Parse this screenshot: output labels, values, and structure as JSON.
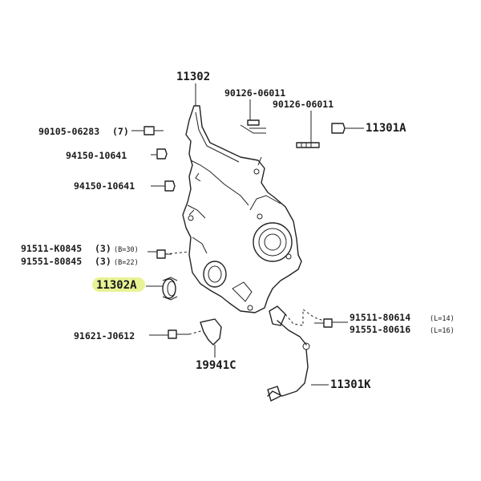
{
  "labels": {
    "cover_main": "11302",
    "stud_a": "90126-06011",
    "stud_b": "90126-06011",
    "bolt_7": "90105-06283",
    "bolt_7_qty": "(7)",
    "dowel": "11301A",
    "pin_1": "94150-10641",
    "pin_2": "94150-10641",
    "bolt_k0845": "91511-K0845",
    "bolt_k0845_qty": "(3)",
    "bolt_k0845_len": "(B=30)",
    "bolt_80845": "91551-80845",
    "bolt_80845_qty": "(3)",
    "bolt_80845_len": "(B=22)",
    "seal": "11302A",
    "bolt_j0612": "91621-J0612",
    "bracket": "19941C",
    "bolt_80614": "91511-80614",
    "bolt_80614_len": "(L=14)",
    "bolt_80616": "91551-80616",
    "bolt_80616_len": "(L=16)",
    "hose": "11301K"
  },
  "colors": {
    "highlight": "#e6f28a",
    "ink": "#222222"
  },
  "highlighted_part": "11302A"
}
